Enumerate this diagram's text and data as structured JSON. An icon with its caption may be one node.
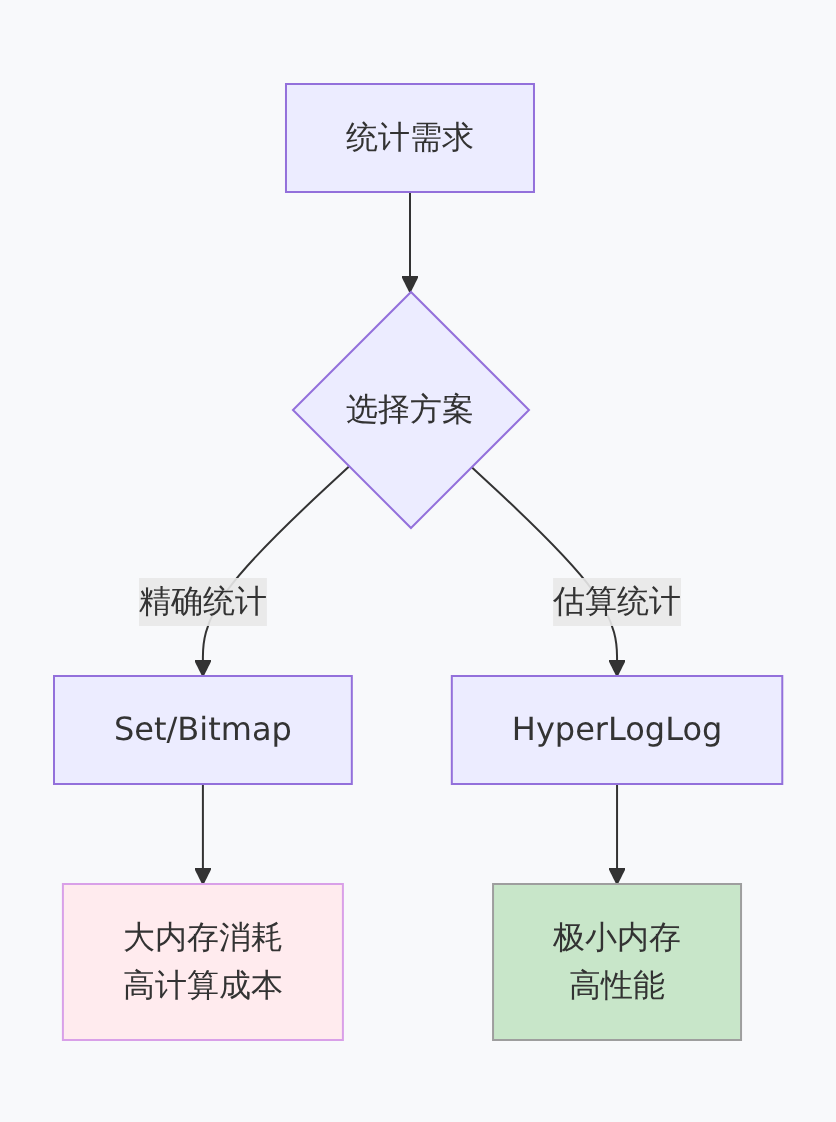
{
  "diagram": {
    "nodes": [
      {
        "text": [
          "统计需求"
        ]
      },
      {
        "text": [
          "选择方案"
        ]
      },
      {
        "text": [
          "Set/Bitmap"
        ]
      },
      {
        "text": [
          "HyperLogLog"
        ]
      },
      {
        "text": [
          "大内存消耗",
          "高计算成本"
        ]
      },
      {
        "text": [
          "极小内存",
          "高性能"
        ]
      }
    ],
    "edges": [
      {
        "from": 0,
        "to": 1,
        "arrow": "to"
      },
      {
        "from": 1,
        "to": 2,
        "arrow": "to",
        "label": "精确统计"
      },
      {
        "from": 1,
        "to": 3,
        "arrow": "to",
        "label": "估算统计"
      },
      {
        "from": 2,
        "to": 4,
        "arrow": "to"
      },
      {
        "from": 3,
        "to": 5,
        "arrow": "to"
      }
    ]
  }
}
